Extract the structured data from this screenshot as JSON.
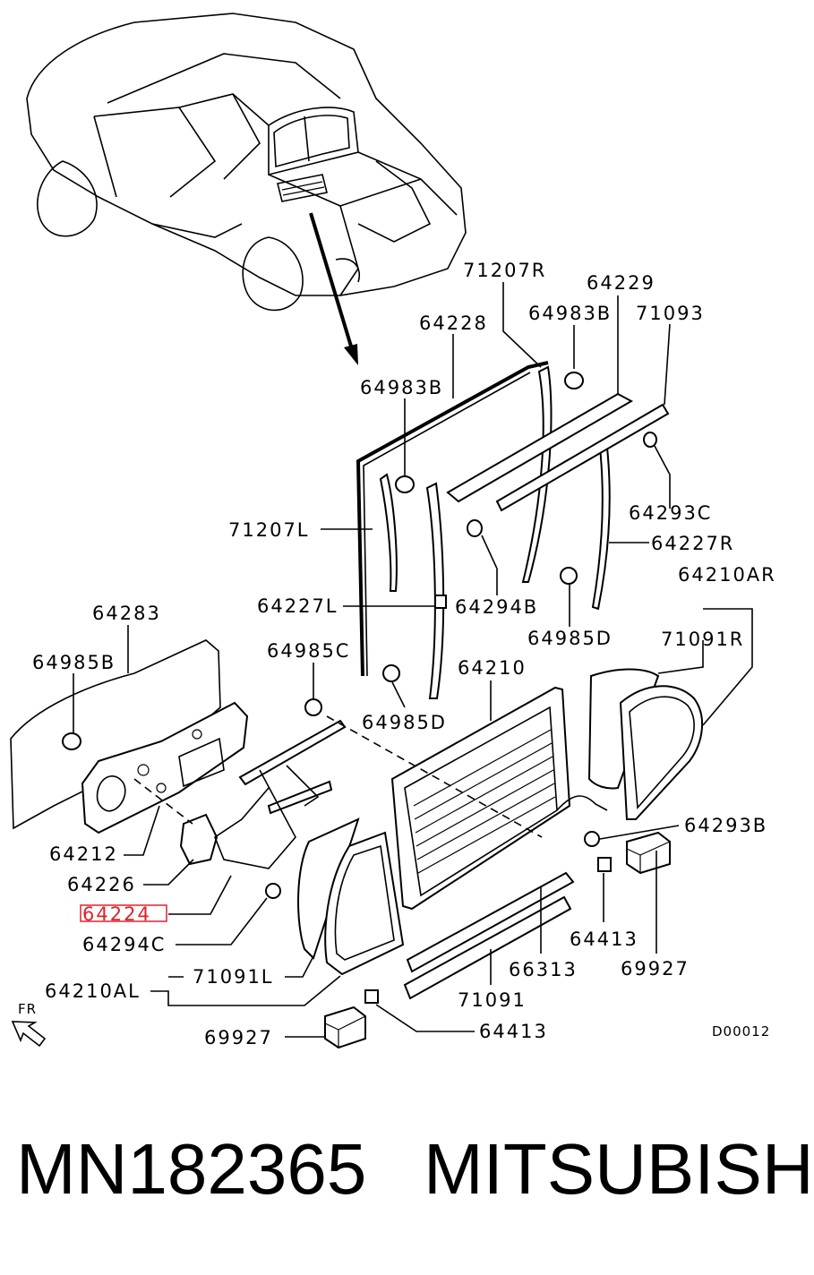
{
  "diagram": {
    "code": "D00012",
    "direction_label": "FR",
    "highlighted_part": "64224",
    "highlight_color": "#e0202a",
    "labels": {
      "p71207R": "71207R",
      "p64229": "64229",
      "p64983B_top": "64983B",
      "p71093": "71093",
      "p64228": "64228",
      "p64983B_left": "64983B",
      "p64293C": "64293C",
      "p71207L": "71207L",
      "p64227R": "64227R",
      "p64210AR": "64210AR",
      "p64227L": "64227L",
      "p64294B": "64294B",
      "p64283": "64283",
      "p64985D_right": "64985D",
      "p71091R": "71091R",
      "p64985B": "64985B",
      "p64985C": "64985C",
      "p64210": "64210",
      "p64985D_mid": "64985D",
      "p64212": "64212",
      "p64293B": "64293B",
      "p64226": "64226",
      "p64224": "64224",
      "p64294C": "64294C",
      "p64413_right": "64413",
      "p66313": "66313",
      "p69927_right": "69927",
      "p71091L": "71091L",
      "p64210AL": "64210AL",
      "p71091": "71091",
      "p69927_left": "69927",
      "p64413_left": "64413"
    }
  },
  "footer": {
    "part_number": "MN182365",
    "brand": "MITSUBISHI"
  }
}
